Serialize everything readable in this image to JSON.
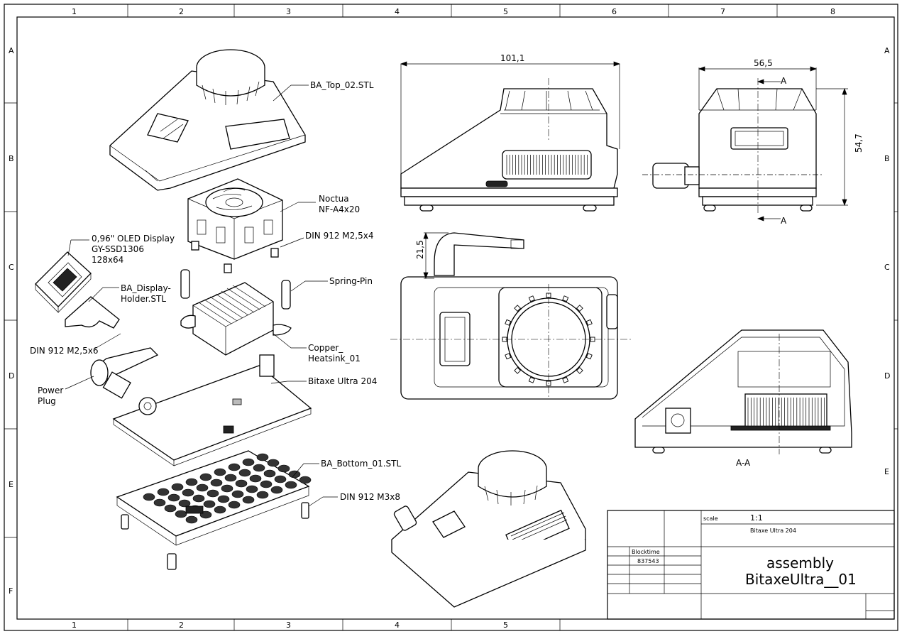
{
  "frame": {
    "columns_top": [
      "1",
      "2",
      "3",
      "4",
      "5",
      "6",
      "7",
      "8"
    ],
    "columns_bottom": [
      "1",
      "2",
      "3",
      "4",
      "5"
    ],
    "rows": [
      "A",
      "B",
      "C",
      "D",
      "E",
      "F"
    ]
  },
  "labels": {
    "top": "BA_Top_02.STL",
    "fan_line1": "Noctua",
    "fan_line2": "NF-A4x20",
    "screw_fan": "DIN 912 M2,5x4",
    "oled_line1": "0,96\" OLED Display",
    "oled_line2": "GY-SSD1306",
    "oled_line3": "128x64",
    "holder_line1": "BA_Display-",
    "holder_line2": "Holder.STL",
    "spring_pin": "Spring-Pin",
    "screw_display": "DIN 912 M2,5x6",
    "heatsink_line1": "Copper_",
    "heatsink_line2": "Heatsink_01",
    "power_line1": "Power",
    "power_line2": "Plug",
    "board": "Bitaxe Ultra 204",
    "bottom": "BA_Bottom_01.STL",
    "screw_bottom": "DIN 912 M3x8"
  },
  "dimensions": {
    "width_front": "101,1",
    "width_side": "56,5",
    "height_side": "54,7",
    "plug_height": "21,5",
    "section_mark": "A",
    "section_title": "A-A"
  },
  "title_block": {
    "scale_label": "scale",
    "scale_value": "1:1",
    "project": "Bitaxe Ultra 204",
    "blocktime_label": "Blocktime",
    "blocktime_value": "837543",
    "title_line1": "assembly",
    "title_line2": "BitaxeUltra__01"
  }
}
